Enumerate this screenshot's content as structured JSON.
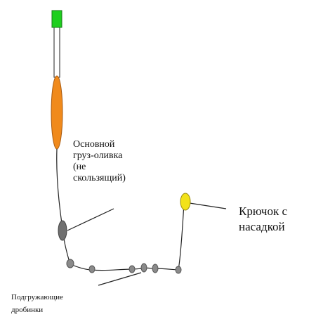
{
  "labels": {
    "main_weight": "Основной\nгруз-оливка\n(не\nскользящий)",
    "hook": "Крючок с\nнасадкой",
    "shot_weights": "Подгружающие\nдробинки"
  },
  "colors": {
    "float_tip": "#1ecf1e",
    "float_body": "#f08a1c",
    "main_weight": "#707070",
    "shot": "#8a8a8a",
    "hook": "#f2e21a",
    "line": "#222222"
  }
}
